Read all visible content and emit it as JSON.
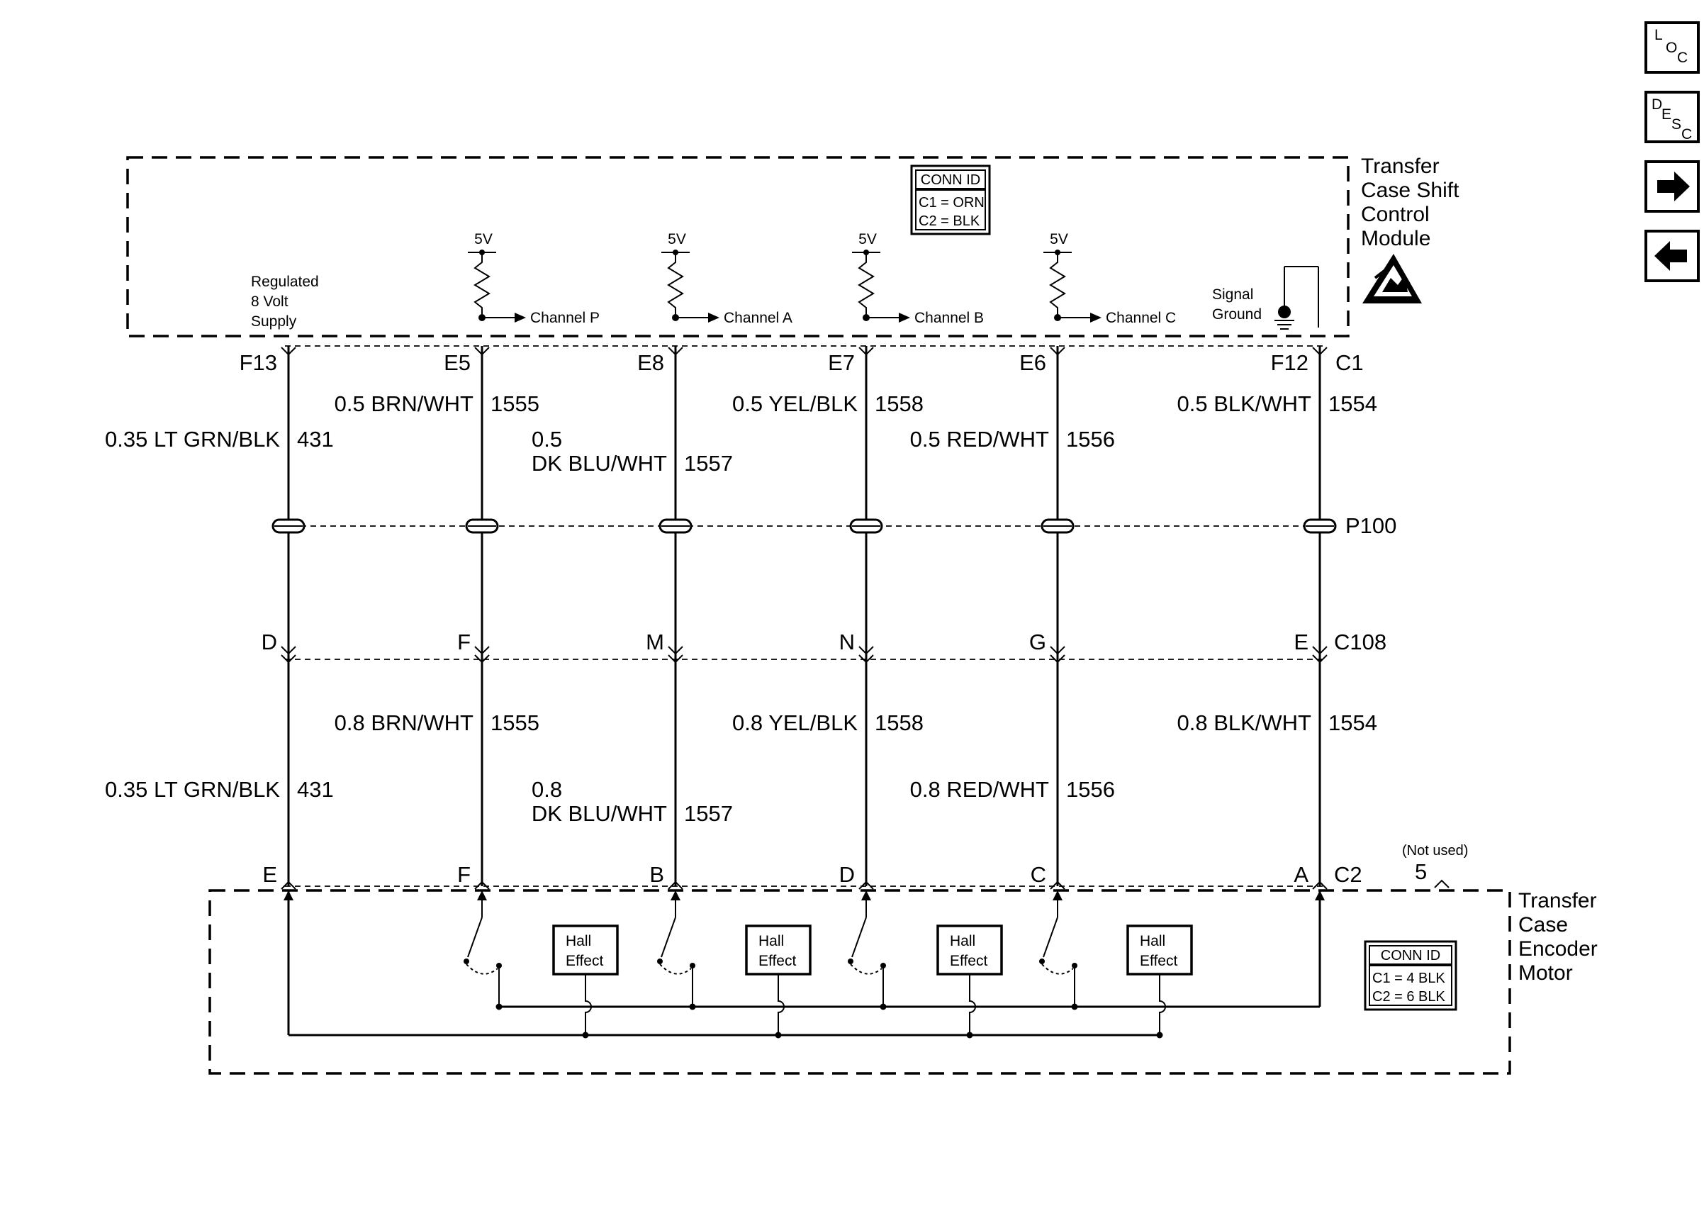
{
  "modules": {
    "control": {
      "name_lines": [
        "Transfer",
        "Case Shift",
        "Control",
        "Module"
      ]
    },
    "encoder": {
      "name_lines": [
        "Transfer",
        "Case",
        "Encoder",
        "Motor"
      ]
    }
  },
  "conn_id_top": {
    "title": "CONN ID",
    "rows": [
      "C1 = ORN",
      "C2 = BLK"
    ]
  },
  "conn_id_bottom": {
    "title": "CONN ID",
    "rows": [
      "C1 = 4 BLK",
      "C2 = 6 BLK"
    ]
  },
  "supply_label_lines": [
    "Regulated",
    "8 Volt",
    "Supply"
  ],
  "signal_ground_lines": [
    "Signal",
    "Ground"
  ],
  "pullups": [
    {
      "voltage": "5V",
      "channel": "Channel P"
    },
    {
      "voltage": "5V",
      "channel": "Channel A"
    },
    {
      "voltage": "5V",
      "channel": "Channel B"
    },
    {
      "voltage": "5V",
      "channel": "Channel C"
    }
  ],
  "connectors": {
    "c1": "C1",
    "p100": "P100",
    "c108": "C108",
    "c2": "C2"
  },
  "columns": [
    {
      "c1_pin": "F13",
      "c108_pin": "D",
      "c2_pin": "E"
    },
    {
      "c1_pin": "E5",
      "c108_pin": "F",
      "c2_pin": "F"
    },
    {
      "c1_pin": "E8",
      "c108_pin": "M",
      "c2_pin": "B"
    },
    {
      "c1_pin": "E7",
      "c108_pin": "N",
      "c2_pin": "D"
    },
    {
      "c1_pin": "E6",
      "c108_pin": "G",
      "c2_pin": "C"
    },
    {
      "c1_pin": "F12",
      "c108_pin": "E",
      "c2_pin": "A"
    }
  ],
  "wires_upper": [
    {
      "lines": [
        "0.35 LT GRN/BLK"
      ],
      "circuit": "431"
    },
    {
      "lines": [
        "0.5 BRN/WHT"
      ],
      "circuit": "1555"
    },
    {
      "lines": [
        "0.5",
        "DK BLU/WHT"
      ],
      "circuit": "1557"
    },
    {
      "lines": [
        "0.5 YEL/BLK"
      ],
      "circuit": "1558"
    },
    {
      "lines": [
        "0.5 RED/WHT"
      ],
      "circuit": "1556"
    },
    {
      "lines": [
        "0.5 BLK/WHT"
      ],
      "circuit": "1554"
    }
  ],
  "wires_lower": [
    {
      "lines": [
        "0.35 LT GRN/BLK"
      ],
      "circuit": "431"
    },
    {
      "lines": [
        "0.8 BRN/WHT"
      ],
      "circuit": "1555"
    },
    {
      "lines": [
        "0.8",
        "DK BLU/WHT"
      ],
      "circuit": "1557"
    },
    {
      "lines": [
        "0.8 YEL/BLK"
      ],
      "circuit": "1558"
    },
    {
      "lines": [
        "0.8 RED/WHT"
      ],
      "circuit": "1556"
    },
    {
      "lines": [
        "0.8 BLK/WHT"
      ],
      "circuit": "1554"
    }
  ],
  "hall_sensors": [
    {
      "lines": [
        "Hall",
        "Effect"
      ]
    },
    {
      "lines": [
        "Hall",
        "Effect"
      ]
    },
    {
      "lines": [
        "Hall",
        "Effect"
      ]
    },
    {
      "lines": [
        "Hall",
        "Effect"
      ]
    }
  ],
  "not_used": {
    "note": "(Not used)",
    "pin": "5"
  },
  "nav": {
    "loc": [
      "L",
      "O",
      "C"
    ],
    "desc": [
      "D",
      "E",
      "S",
      "C"
    ]
  }
}
